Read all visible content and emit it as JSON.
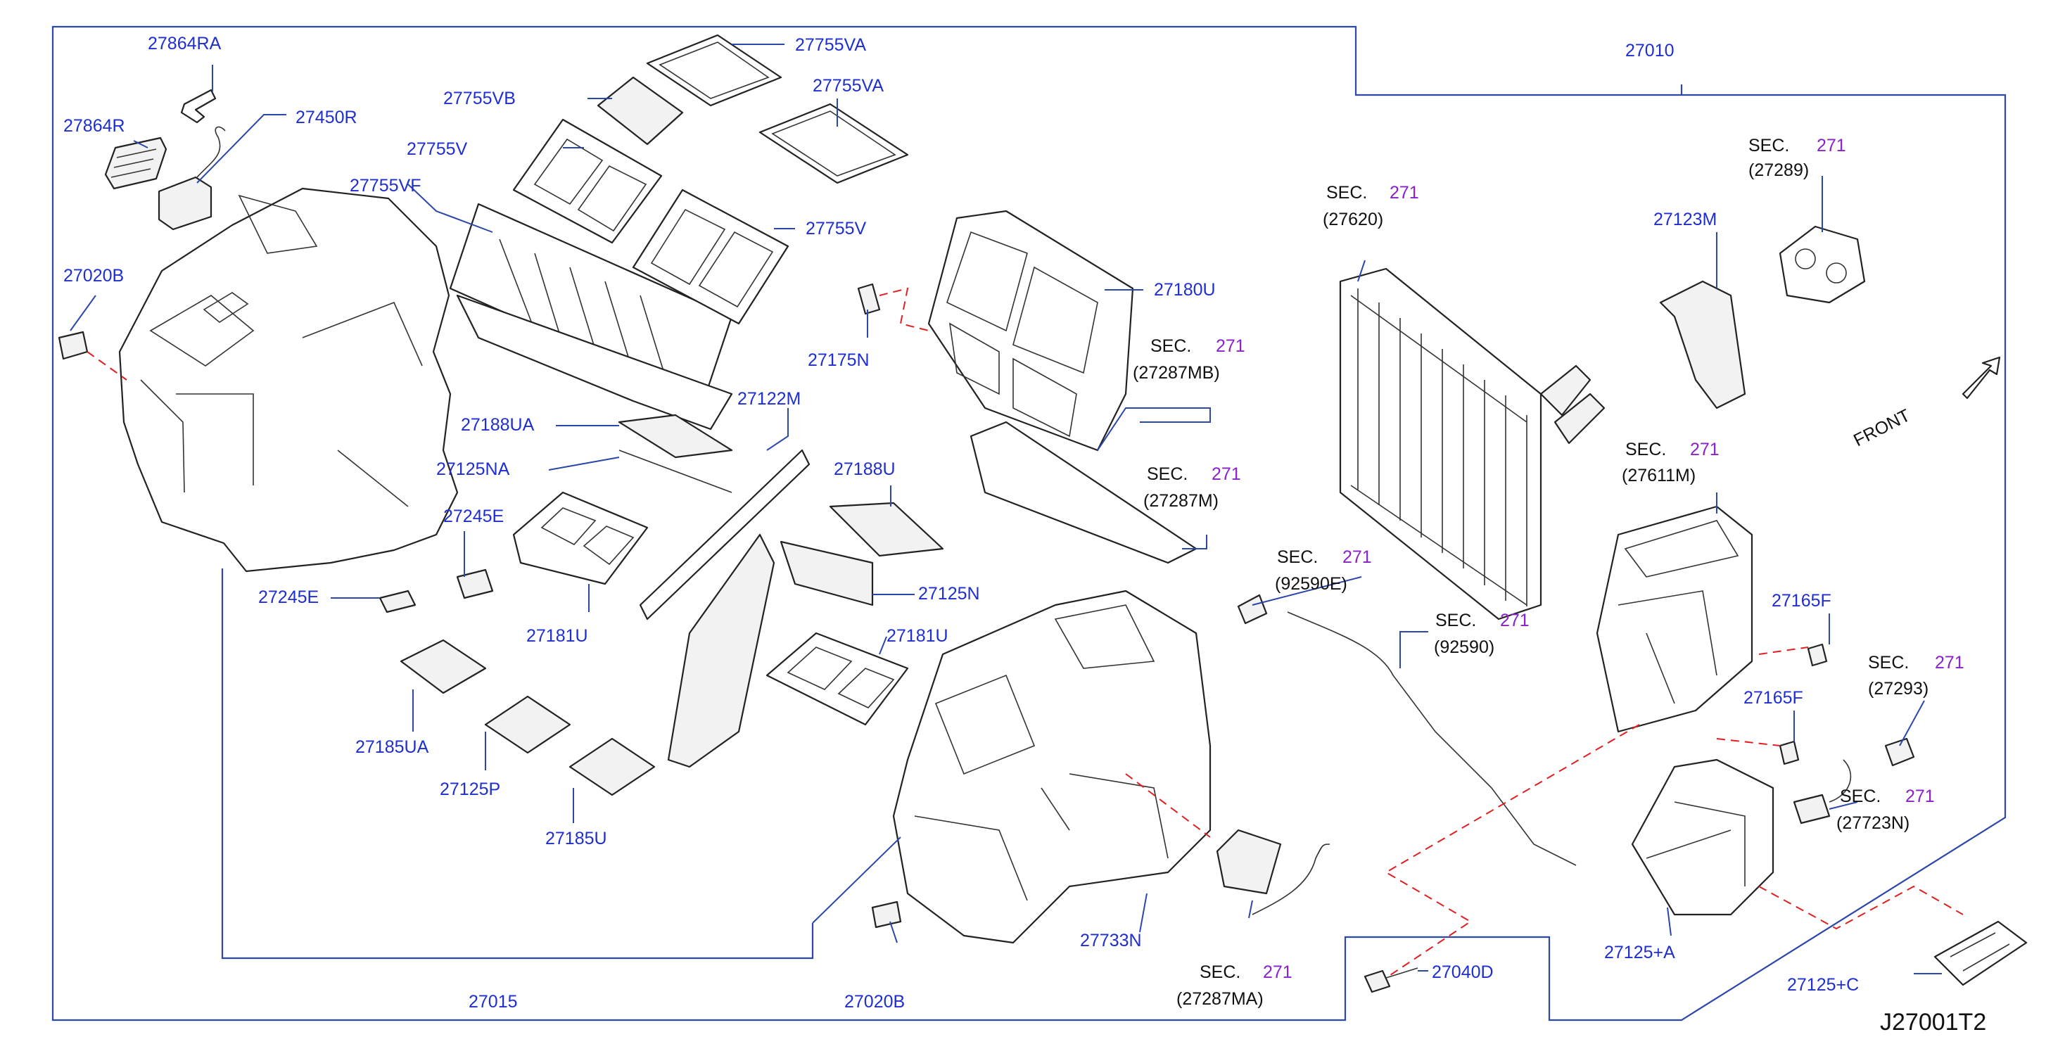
{
  "diagram_code": "J27001T2",
  "front_label": "FRONT",
  "sec_prefix": "SEC.",
  "sec_number": "271",
  "part_labels": {
    "p27864RA": "27864RA",
    "p27864R": "27864R",
    "p27450R": "27450R",
    "p27755VA_top": "27755VA",
    "p27755VA_2": "27755VA",
    "p27755VB": "27755VB",
    "p27755V_1": "27755V",
    "p27755VF": "27755VF",
    "p27755V_2": "27755V",
    "p27020B_left": "27020B",
    "p27010": "27010",
    "p27180U": "27180U",
    "p27175N": "27175N",
    "p27188UA": "27188UA",
    "p27122M": "27122M",
    "p27125NA": "27125NA",
    "p27188U": "27188U",
    "p27245E_1": "27245E",
    "p27245E_2": "27245E",
    "p27125N": "27125N",
    "p27181U_1": "27181U",
    "p27181U_2": "27181U",
    "p27185UA": "27185UA",
    "p27125P": "27125P",
    "p27185U": "27185U",
    "p27123M": "27123M",
    "p27165F_1": "27165F",
    "p27165F_2": "27165F",
    "p27733N": "27733N",
    "p27015": "27015",
    "p27020B_bottom": "27020B",
    "p27040D": "27040D",
    "p27125A": "27125+A",
    "p27125C": "27125+C"
  },
  "sec_refs": {
    "s27289": "(27289)",
    "s27620": "(27620)",
    "s27287MB": "(27287MB)",
    "s27287M": "(27287M)",
    "s92590E": "(92590E)",
    "s92590": "(92590)",
    "s27611M": "(27611M)",
    "s27293": "(27293)",
    "s27723N": "(27723N)",
    "s27287MA": "(27287MA)"
  },
  "colors": {
    "label_blue": "#1f2fcf",
    "section_purple": "#8a22c9",
    "leader_blue": "#2b47a8",
    "dashed_red": "#e02020"
  }
}
